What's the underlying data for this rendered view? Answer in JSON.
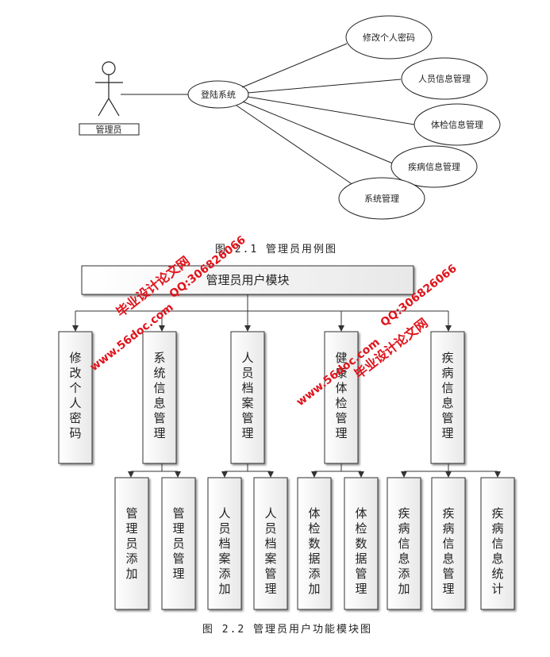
{
  "use_case": {
    "actor_label": "管理员",
    "login": "登陆系统",
    "cases": [
      "修改个人密码",
      "人员信息管理",
      "体检信息管理",
      "疾病信息管理",
      "系统管理"
    ],
    "caption": "图 2.1 管理员用例图"
  },
  "module": {
    "root": "管理员用户模块",
    "level1": [
      "修改个人密码",
      "系统信息管理",
      "人员档案管理",
      "健康体检管理",
      "疾病信息管理"
    ],
    "level2": [
      "管理员添加",
      "管理员管理",
      "人员档案添加",
      "人员档案管理",
      "体检数据添加",
      "体检数据管理",
      "疾病信息添加",
      "疾病信息管理",
      "疾病信息统计"
    ],
    "caption": "图 2.2 管理员用户功能模块图"
  },
  "watermarks": {
    "site_name": "毕业设计论文网",
    "site_url": "www.56doc.com",
    "qq": "QQ:306826066"
  }
}
